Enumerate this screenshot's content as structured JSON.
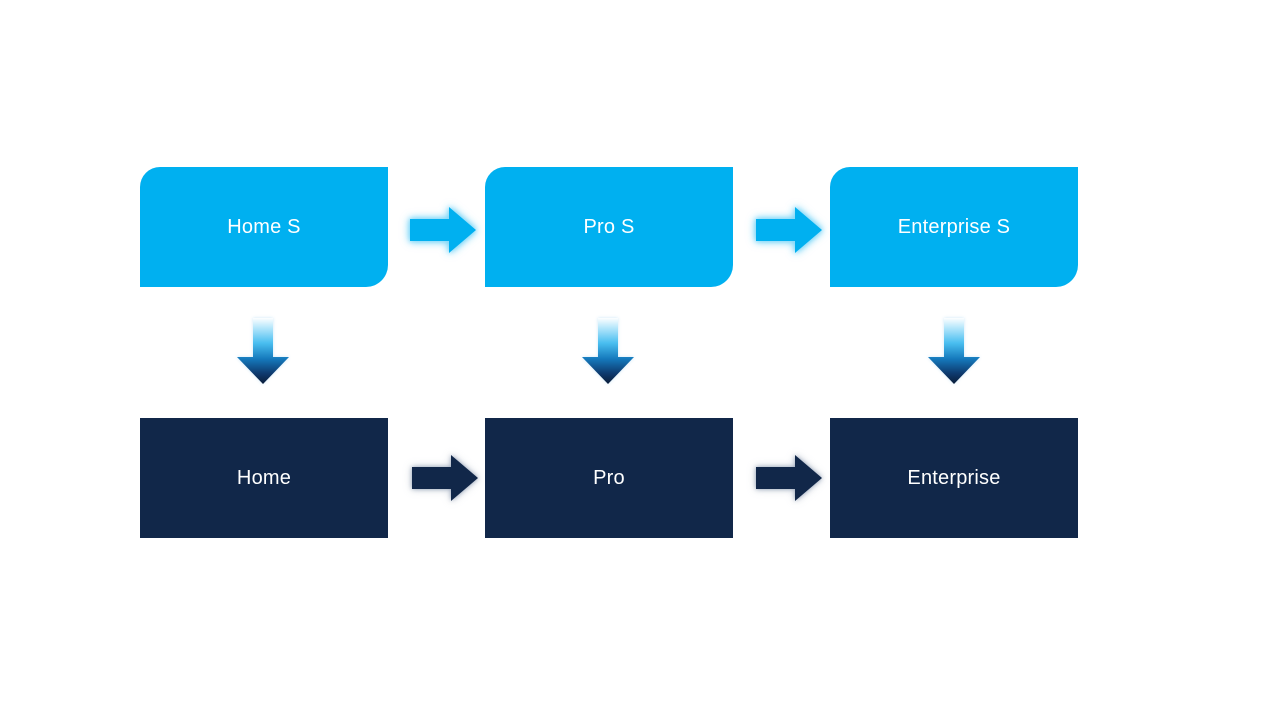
{
  "diagram": {
    "title": "edition-upgrade-process-diagram",
    "top_row": [
      {
        "label": "Home S"
      },
      {
        "label": "Pro S"
      },
      {
        "label": "Enterprise S"
      }
    ],
    "bottom_row": [
      {
        "label": "Home"
      },
      {
        "label": "Pro"
      },
      {
        "label": "Enterprise"
      }
    ],
    "connectors": {
      "top_horizontal": "right-arrow",
      "bottom_horizontal": "right-arrow",
      "vertical": "down-arrow"
    },
    "colors": {
      "top_box_fill": "#00B0F0",
      "bottom_box_fill": "#112749",
      "label_text": "#FFFFFF",
      "top_arrow_fill": "#00B0F0",
      "bottom_arrow_fill": "#112749",
      "vertical_arrow_gradient_start": "#FDFEFF",
      "vertical_arrow_gradient_mid": "#49BEF0",
      "vertical_arrow_gradient_end": "#0A1C38",
      "background": "#FFFFFF"
    }
  }
}
